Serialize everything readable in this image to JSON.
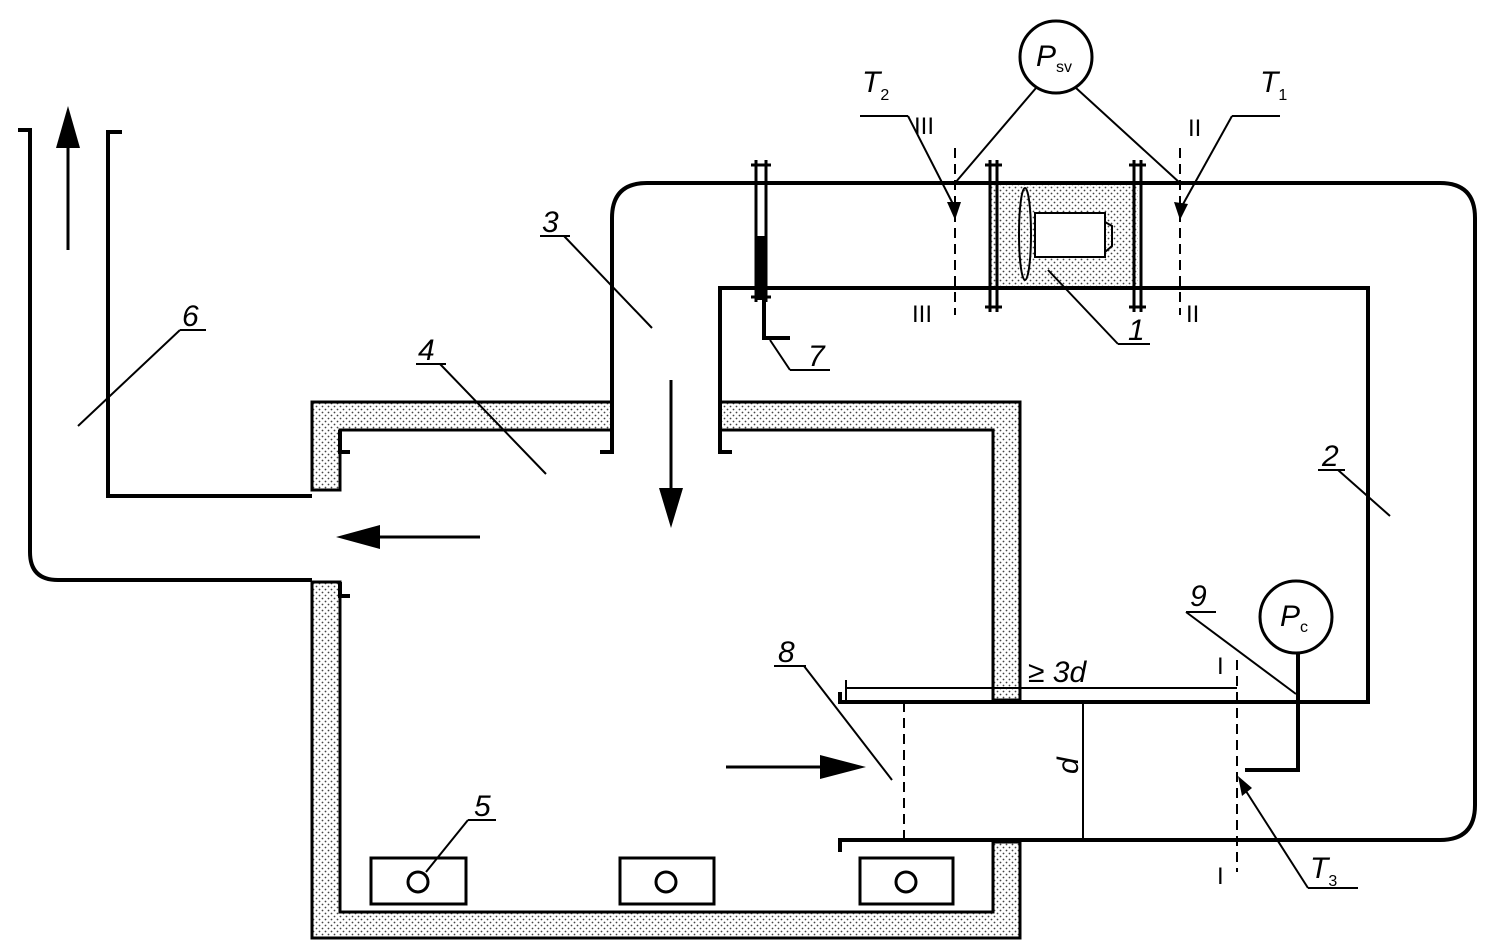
{
  "labels": {
    "n1": "1",
    "n2": "2",
    "n3": "3",
    "n4": "4",
    "n5": "5",
    "n6": "6",
    "n7": "7",
    "n8": "8",
    "n9": "9"
  },
  "sections": {
    "i_top": "I",
    "i_bottom": "I",
    "ii_top": "II",
    "ii_bottom": "II",
    "iii_top": "III",
    "iii_bottom": "III"
  },
  "sensors": {
    "t1": "T",
    "t1_sub": "1",
    "t2": "T",
    "t2_sub": "2",
    "t3": "T",
    "t3_sub": "3"
  },
  "gauges": {
    "psv": "P",
    "psv_sub": "sv",
    "pc": "P",
    "pc_sub": "c"
  },
  "dimensions": {
    "length": "≥ 3d",
    "diameter": "d"
  }
}
